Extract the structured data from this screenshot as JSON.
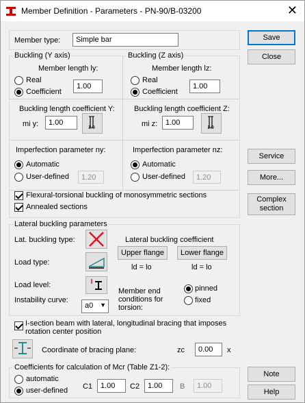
{
  "window": {
    "title": "Member Definition - Parameters - PN-90/B-03200",
    "close_glyph": "✕"
  },
  "member_type": {
    "label": "Member type:",
    "value": "Simple bar"
  },
  "buckling_y": {
    "title": "Buckling (Y axis)",
    "length_label": "Member length ly:",
    "real_label": "Real",
    "coef_label": "Coefficient",
    "length_value": "1.00",
    "blc_label": "Buckling length coefficient Y:",
    "mi_label": "mi y:",
    "mi_value": "1.00",
    "mi_icon_text": "1.0"
  },
  "buckling_z": {
    "title": "Buckling (Z axis)",
    "length_label": "Member length lz:",
    "real_label": "Real",
    "coef_label": "Coefficient",
    "length_value": "1.00",
    "blc_label": "Buckling length coefficient Z:",
    "mi_label": "mi z:",
    "mi_value": "1.00",
    "mi_icon_text": "1.0"
  },
  "imperfection_y": {
    "title": "Imperfection parameter ny:",
    "auto_label": "Automatic",
    "user_label": "User-defined",
    "value": "1.20"
  },
  "imperfection_z": {
    "title": "Imperfection parameter nz:",
    "auto_label": "Automatic",
    "user_label": "User-defined",
    "value": "1.20"
  },
  "options": {
    "flexural": "Flexural-torsional buckling of monosymmetric sections",
    "annealed": "Annealed sections"
  },
  "lateral": {
    "title": "Lateral buckling parameters",
    "type_label": "Lat. buckling type:",
    "load_type_label": "Load type:",
    "load_level_label": "Load level:",
    "instability_label": "Instability curve:",
    "instability_value": "a0",
    "coef_title": "Lateral buckling coefficient",
    "upper_flange": "Upper flange",
    "lower_flange": "Lower flange",
    "ld_upper": "ld  =  lo",
    "ld_lower": "ld  =  lo",
    "end_label": "Member end conditions for torsion:",
    "pinned": "pinned",
    "fixed": "fixed"
  },
  "bracing": {
    "text": "I-section beam with lateral, longitudinal bracing that imposes rotation center position",
    "coord_label": "Coordinate of bracing plane:",
    "zc_label": "zc",
    "zc_value": "0.00",
    "unit": "x"
  },
  "mcr": {
    "title": "Coefficients for calculation of Mcr (Table Z1-2):",
    "auto_label": "automatic",
    "user_label": "user-defined",
    "c1_label": "C1",
    "c1_value": "1.00",
    "c2_label": "C2",
    "c2_value": "1.00",
    "b_label": "B",
    "b_value": "1.00"
  },
  "buttons": {
    "save": "Save",
    "close": "Close",
    "service": "Service",
    "more": "More...",
    "complex": "Complex section",
    "note": "Note",
    "help": "Help"
  },
  "colors": {
    "accent": "#0078d7",
    "red_x": "#e81123",
    "icon_teal": "#2a8a8a"
  }
}
